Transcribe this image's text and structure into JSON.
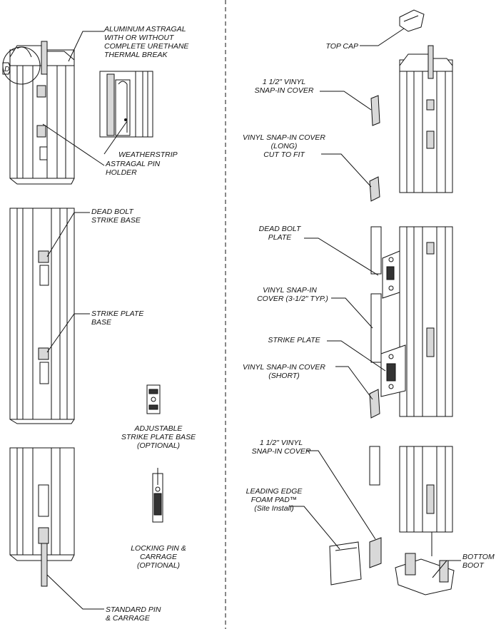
{
  "labels": {
    "aluminum_astragal": [
      "ALUMINUM ASTRAGAL",
      "WITH OR WITHOUT",
      "COMPLETE URETHANE",
      "THERMAL BREAK"
    ],
    "weatherstrip": [
      "WEATHERSTRIP"
    ],
    "astragal_pin_holder": [
      "ASTRAGAL PIN",
      "HOLDER"
    ],
    "dead_bolt_strike_base": [
      "DEAD BOLT",
      "STRIKE BASE"
    ],
    "strike_plate_base": [
      "STRIKE PLATE",
      "BASE"
    ],
    "adjustable_strike_plate_base": [
      "ADJUSTABLE",
      "STRIKE PLATE BASE",
      "(OPTIONAL)"
    ],
    "locking_pin_carrage": [
      "LOCKING PIN &",
      "CARRAGE",
      "(OPTIONAL)"
    ],
    "standard_pin_carrage": [
      "STANDARD PIN",
      "& CARRAGE"
    ],
    "top_cap": [
      "TOP CAP"
    ],
    "vinyl_cover_1_5_top": [
      "1 1/2\" VINYL",
      "SNAP-IN COVER"
    ],
    "vinyl_cover_long": [
      "VINYL SNAP-IN COVER",
      "(LONG)",
      "CUT TO FIT"
    ],
    "dead_bolt_plate": [
      "DEAD BOLT",
      "PLATE"
    ],
    "vinyl_cover_3_5": [
      "VINYL SNAP-IN",
      "COVER (3-1/2\" TYP.)"
    ],
    "strike_plate": [
      "STRIKE PLATE"
    ],
    "vinyl_cover_short": [
      "VINYL SNAP-IN COVER",
      "(SHORT)"
    ],
    "vinyl_cover_1_5_bottom": [
      "1 1/2\" VINYL",
      "SNAP-IN COVER"
    ],
    "leading_edge_foam_pad": [
      "LEADING EDGE",
      "FOAM PAD™",
      "(Site Install)"
    ],
    "bottom_boot": [
      "BOTTOM",
      "BOOT"
    ]
  },
  "detail_callout": "D"
}
